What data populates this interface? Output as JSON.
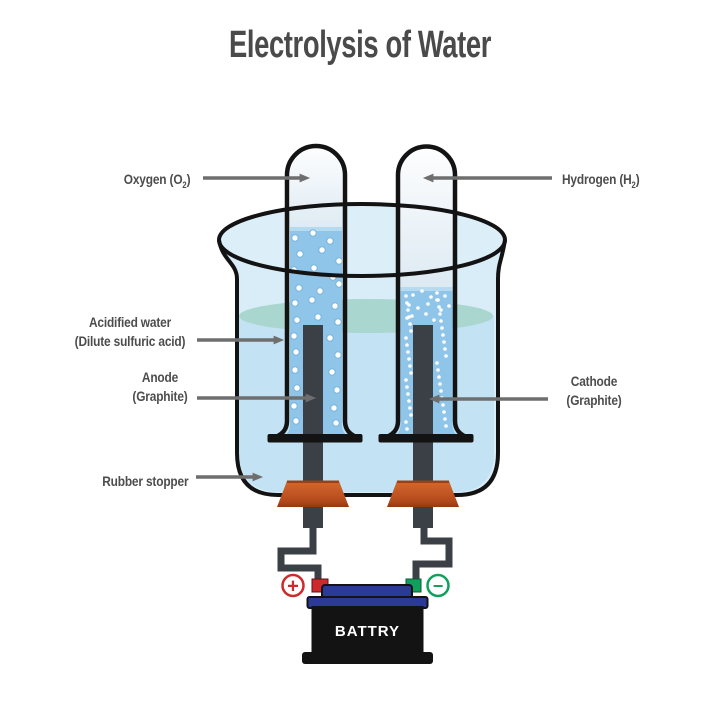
{
  "title": "Electrolysis of Water",
  "diagram": {
    "labels": {
      "oxygen": {
        "pre": "Oxygen (O",
        "sub": "2",
        "post": ")"
      },
      "hydrogen": {
        "pre": "Hydrogen (H",
        "sub": "2",
        "post": ")"
      },
      "acidified_water": {
        "line1": "Acidified water",
        "line2": "(Dilute sulfuric acid)"
      },
      "anode": {
        "line1": "Anode",
        "line2": "(Graphite)"
      },
      "cathode": {
        "line1": "Cathode",
        "line2": "(Graphite)"
      },
      "rubber_stopper": "Rubber stopper"
    },
    "battery": {
      "label": "BATTRY",
      "positive_symbol": "+",
      "negative_symbol": "−"
    }
  },
  "colors": {
    "outline": "#131313",
    "label_text": "#4d4d4d",
    "arrow_gray": "#6e6e6e",
    "beaker_glass": "#d9edf8",
    "beaker_water": "#c3e3f4",
    "water_surface_teal": "#a9d6cf",
    "tube_water": "#8fc5e9",
    "electrode_dark": "#3b4046",
    "wire": "#3b4046",
    "stopper_orange": "#bf5322",
    "battery_blue": "#2b3a94",
    "battery_black": "#131313",
    "positive_red": "#cc2b2b",
    "negative_green": "#0fa05c"
  }
}
